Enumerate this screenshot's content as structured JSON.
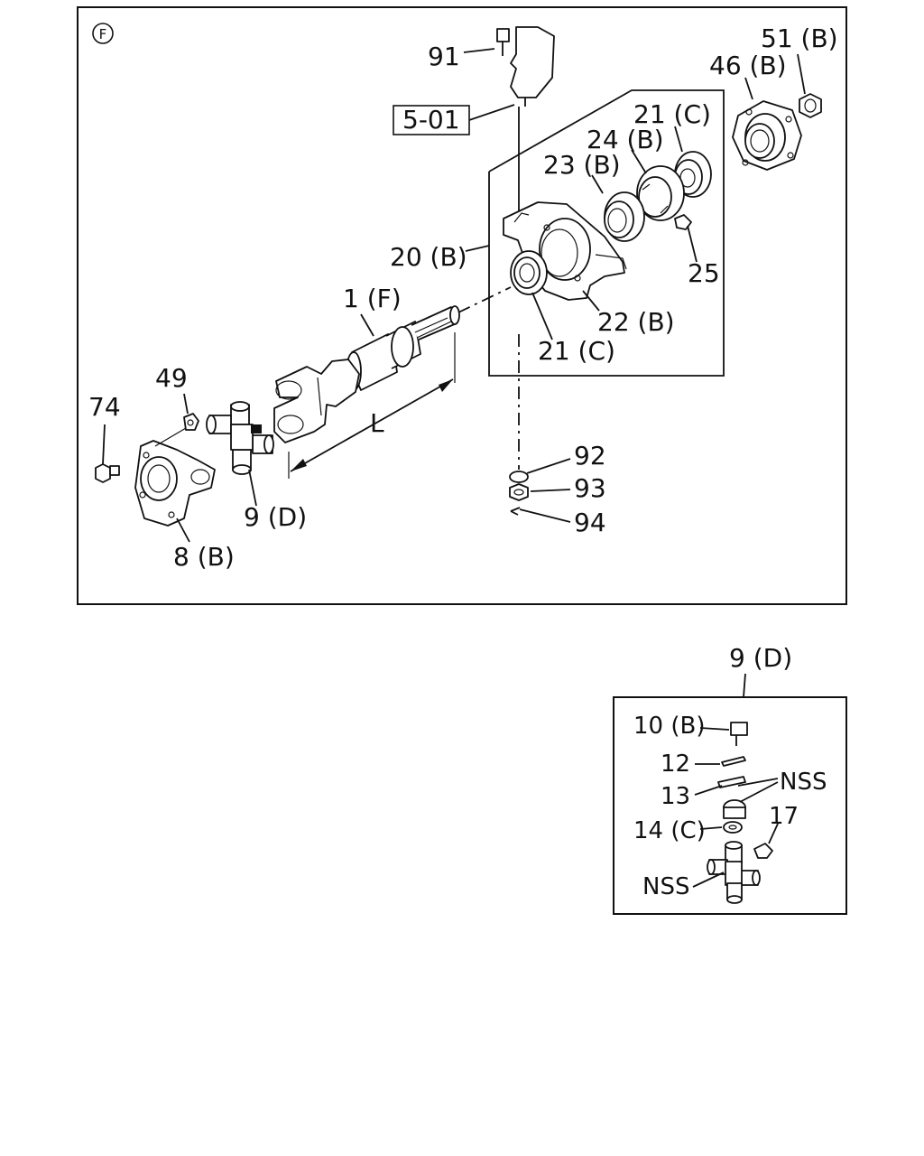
{
  "main_frame": {
    "group_mark": "F"
  },
  "labels": {
    "p91": "91",
    "ref501": "5-01",
    "p51b": "51 (B)",
    "p46b": "46 (B)",
    "p21c_top": "21 (C)",
    "p24b": "24 (B)",
    "p23b": "23 (B)",
    "p20b": "20 (B)",
    "p25": "25",
    "p1f": "1 (F)",
    "p22b": "22 (B)",
    "p21c_bottom": "21 (C)",
    "p49": "49",
    "p74": "74",
    "dimL": "L",
    "p92": "92",
    "p93": "93",
    "p94": "94",
    "p9d": "9 (D)",
    "p8b": "8 (B)"
  },
  "detail": {
    "title": "9 (D)",
    "labels": {
      "p10b": "10 (B)",
      "p12": "12",
      "p13": "13",
      "nss_top": "NSS",
      "p14c": "14 (C)",
      "p17": "17",
      "nss_bottom": "NSS"
    }
  }
}
